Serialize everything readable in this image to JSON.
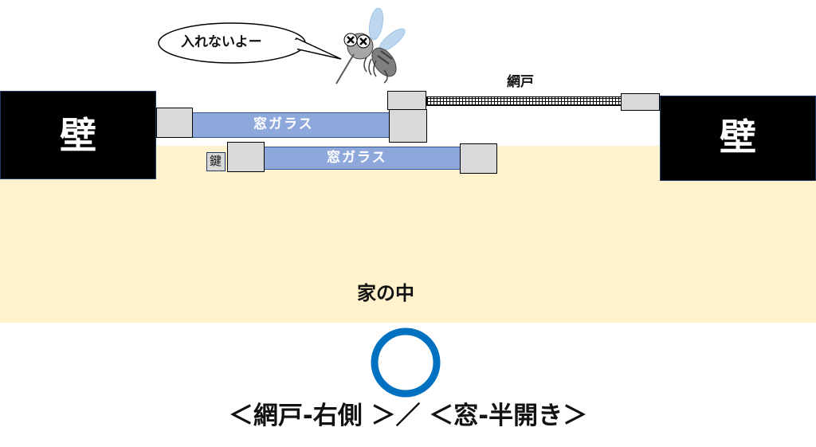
{
  "diagram": {
    "wall_label": "壁",
    "screen_label": "網戸",
    "glass_label": "窓ガラス",
    "lock_label": "鍵",
    "mosquito_speech": "入れないよー",
    "house_inside_label": "家の中",
    "caption": "＜網戸-右側 ＞／ ＜窓-半開き＞",
    "colors": {
      "wall": "#000000",
      "glass": "#8fa8dc",
      "frame": "#d9d9d9",
      "house": "#fff2cc",
      "result_circle": "#0070c0"
    },
    "result_icon": "circle-ok-icon"
  }
}
